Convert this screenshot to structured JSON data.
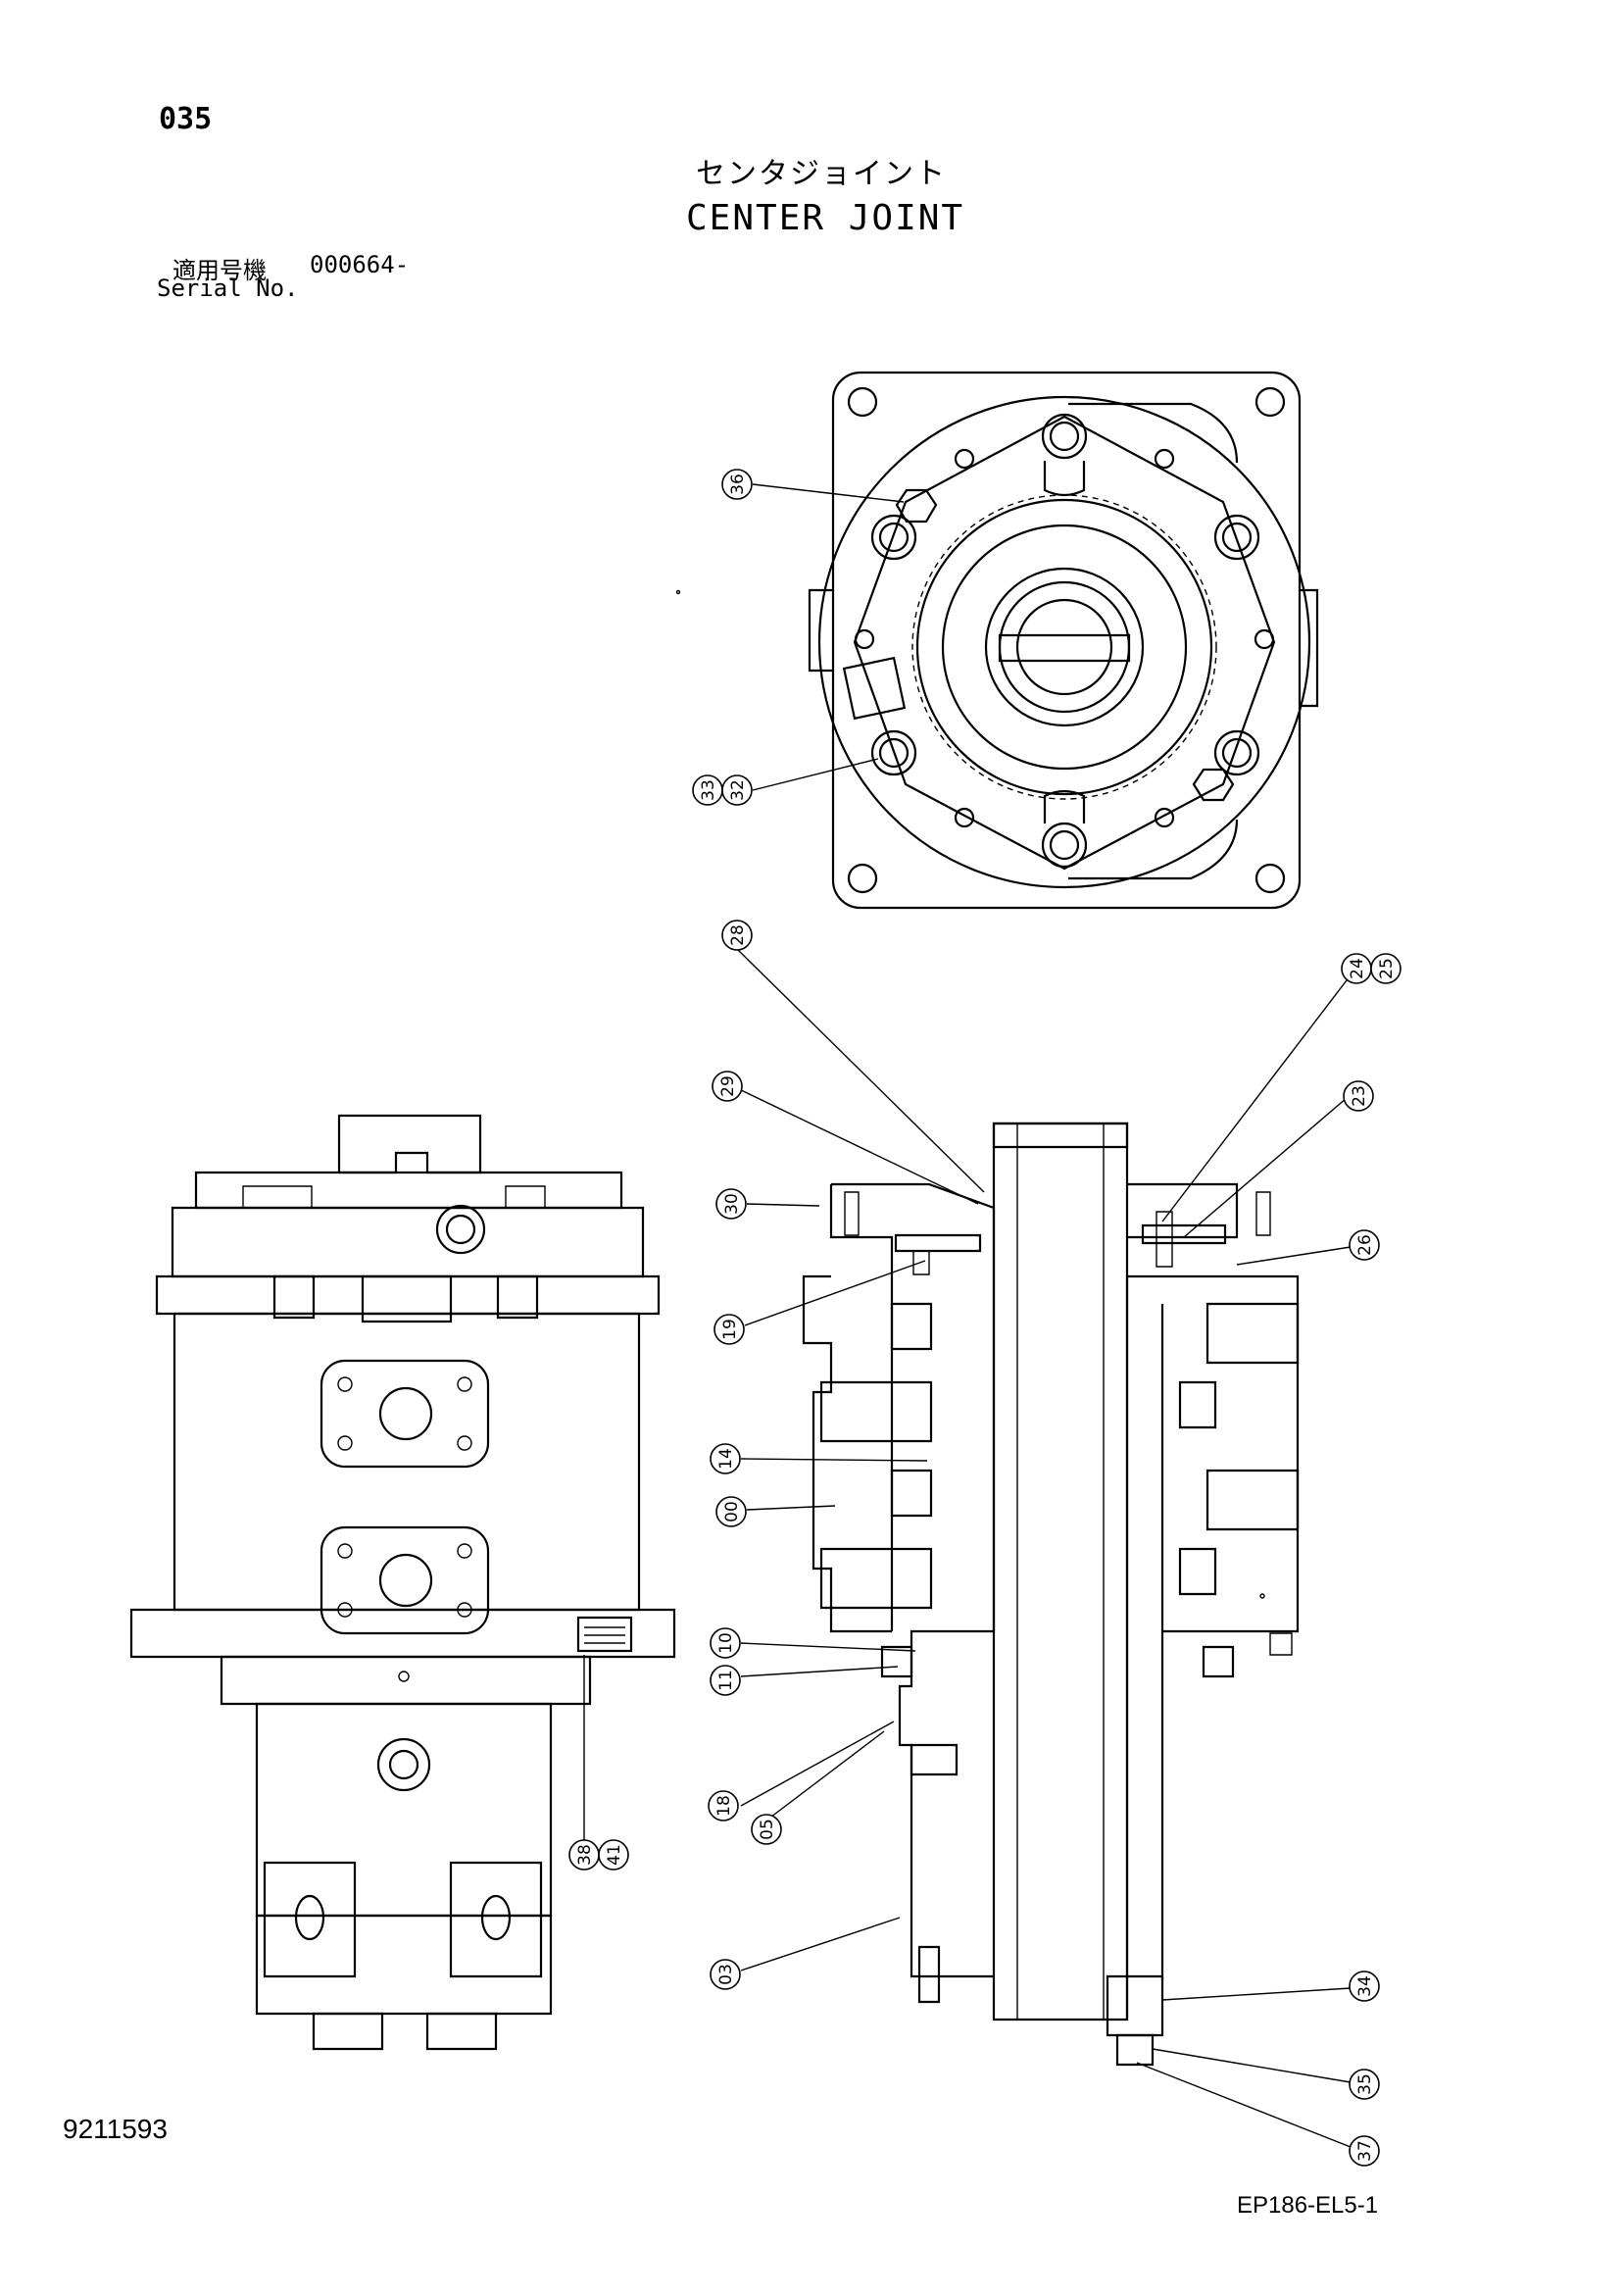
{
  "header": {
    "page_number": "035",
    "title_jp": "センタジョイント",
    "title_en": "CENTER JOINT",
    "serial_label_jp": "適用号機",
    "serial_value": "000664-",
    "serial_label_en": "Serial No."
  },
  "footer": {
    "drawing_number": "9211593",
    "document_code": "EP186-EL5-1"
  },
  "part_labels": {
    "top_view": {
      "p36": "36",
      "p33": "33",
      "p32": "32"
    },
    "side_view": {
      "p38": "38",
      "p41": "41"
    },
    "section_view": {
      "p28": "28",
      "p29": "29",
      "p30": "30",
      "p19": "19",
      "p14": "14",
      "p00": "00",
      "p10": "10",
      "p11": "11",
      "p18": "18",
      "p05": "05",
      "p03": "03",
      "p24": "24",
      "p25": "25",
      "p23": "23",
      "p26": "26",
      "p34": "34",
      "p35": "35",
      "p37": "37"
    }
  }
}
